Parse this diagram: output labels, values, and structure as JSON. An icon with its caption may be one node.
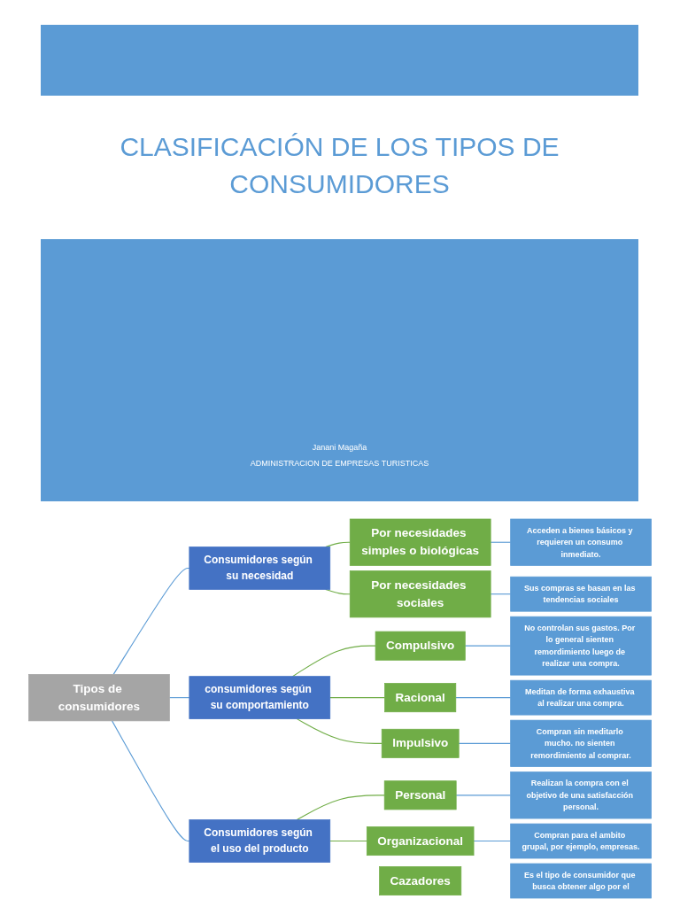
{
  "diagram": {
    "title": "CLASIFICACIÓN DE LOS TIPOS DE CONSUMIDORES",
    "nodes": [
      {
        "text": [
          "Tipos de consumidores"
        ]
      },
      {
        "text": [
          "Consumidores según su necesidad"
        ]
      },
      {
        "text": [
          "Por necesidades simples o biológicas"
        ]
      },
      {
        "text": [
          "Acceden a bienes básicos y requieren un consumo inmediato."
        ]
      },
      {
        "text": [
          "Por necesidades sociales"
        ]
      },
      {
        "text": [
          "Sus compras se basan en las tendencias sociales"
        ]
      },
      {
        "text": [
          "consumidores según su comportamiento"
        ]
      },
      {
        "text": [
          "Compulsivo"
        ]
      },
      {
        "text": [
          "No controlan sus gastos. Por lo general sienten remordimiento luego de realizar una compra."
        ]
      },
      {
        "text": [
          "Racional"
        ]
      },
      {
        "text": [
          "Meditan de forma exhaustiva al realizar una compra."
        ]
      },
      {
        "text": [
          "Impulsivo"
        ]
      },
      {
        "text": [
          "Compran sin meditarlo mucho. no sienten remordimiento al comprar."
        ]
      },
      {
        "text": [
          "Consumidores según el uso del producto"
        ]
      },
      {
        "text": [
          "Personal"
        ]
      },
      {
        "text": [
          "Realizan la compra con el objetivo de una satisfacción personal."
        ]
      },
      {
        "text": [
          "Organizacional"
        ]
      },
      {
        "text": [
          "Compran para el ambito grupal, por ejemplo, empresas."
        ]
      },
      {
        "text": [
          "Cazadores"
        ]
      },
      {
        "text": [
          "Es el tipo de consumidor que busca obtener algo por el"
        ]
      }
    ],
    "edges": [
      {
        "from": 0,
        "to": 1,
        "arrow": "none"
      },
      {
        "from": 1,
        "to": 2,
        "arrow": "none",
        "color": "#70ad47"
      },
      {
        "from": 2,
        "to": 3,
        "arrow": "none"
      },
      {
        "from": 1,
        "to": 4,
        "arrow": "none",
        "color": "#70ad47"
      },
      {
        "from": 4,
        "to": 5,
        "arrow": "none"
      },
      {
        "from": 0,
        "to": 6,
        "arrow": "none"
      },
      {
        "from": 6,
        "to": 7,
        "arrow": "none",
        "color": "#70ad47"
      },
      {
        "from": 7,
        "to": 8,
        "arrow": "none"
      },
      {
        "from": 6,
        "to": 9,
        "arrow": "none",
        "color": "#70ad47"
      },
      {
        "from": 9,
        "to": 10,
        "arrow": "none"
      },
      {
        "from": 6,
        "to": 11,
        "arrow": "none",
        "color": "#70ad47"
      },
      {
        "from": 11,
        "to": 12,
        "arrow": "none"
      },
      {
        "from": 0,
        "to": 13,
        "arrow": "none"
      },
      {
        "from": 13,
        "to": 14,
        "arrow": "none",
        "color": "#70ad47"
      },
      {
        "from": 14,
        "to": 15,
        "arrow": "none"
      },
      {
        "from": 13,
        "to": 16,
        "arrow": "none",
        "color": "#70ad47"
      },
      {
        "from": 16,
        "to": 17,
        "arrow": "none"
      }
    ],
    "labels": [
      "Janani Magaña",
      "ADMINISTRACION DE EMPRESAS TURISTICAS"
    ]
  }
}
